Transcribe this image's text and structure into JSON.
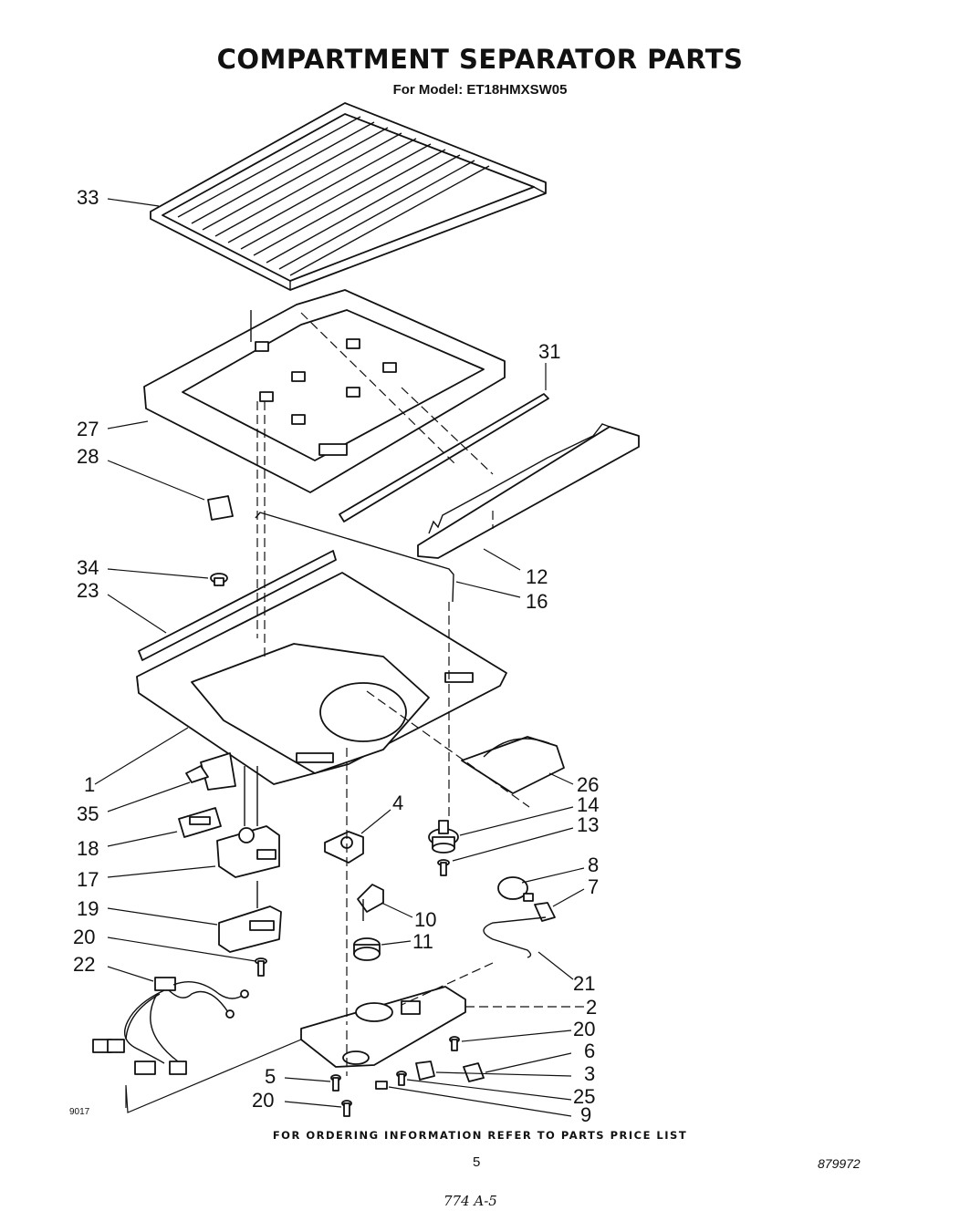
{
  "title": "COMPARTMENT SEPARATOR PARTS",
  "subtitle": "For Model: ET18HMXSW05",
  "footer_note": "FOR ORDERING INFORMATION REFER TO PARTS PRICE LIST",
  "page_number": "5",
  "document_code": "879972",
  "scan_code": "9017",
  "handwritten_note": "774 A-5",
  "callouts": [
    "33",
    "31",
    "27",
    "28",
    "12",
    "34",
    "23",
    "16",
    "1",
    "26",
    "35",
    "4",
    "14",
    "13",
    "18",
    "17",
    "8",
    "7",
    "19",
    "10",
    "20",
    "11",
    "22",
    "21",
    "2",
    "20",
    "6",
    "5",
    "3",
    "25",
    "20",
    "9"
  ]
}
